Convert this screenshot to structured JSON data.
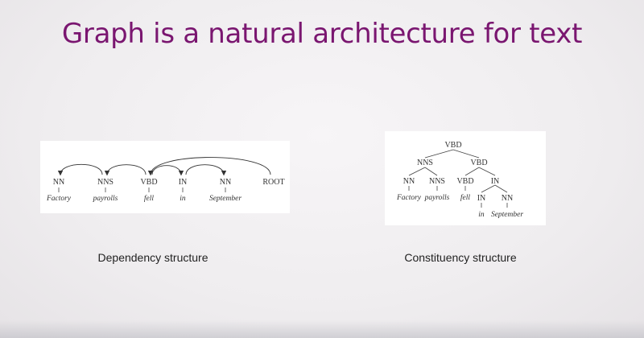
{
  "slide": {
    "title": "Graph is a natural architecture for text",
    "dependency_caption": "Dependency structure",
    "constituency_caption": "Constituency structure"
  },
  "dependency": {
    "tags": [
      "NN",
      "NNS",
      "VBD",
      "IN",
      "NN",
      "ROOT"
    ],
    "words": [
      "Factory",
      "payrolls",
      "fell",
      "in",
      "September",
      ""
    ],
    "arcs": [
      {
        "head": 1,
        "dep": 0
      },
      {
        "head": 2,
        "dep": 1
      },
      {
        "head": 5,
        "dep": 2
      },
      {
        "head": 2,
        "dep": 3
      },
      {
        "head": 3,
        "dep": 4
      }
    ]
  },
  "constituency": {
    "labels": {
      "root": "VBD",
      "nns_phrase": "NNS",
      "vbd_phrase": "VBD",
      "nn1": "NN",
      "nns": "NNS",
      "vbd": "VBD",
      "in_phrase": "IN",
      "in": "IN",
      "nn2": "NN"
    },
    "words": {
      "factory": "Factory",
      "payrolls": "payrolls",
      "fell": "fell",
      "in": "in",
      "september": "September"
    }
  },
  "colors": {
    "title": "#7a1670",
    "ink": "#333333"
  }
}
